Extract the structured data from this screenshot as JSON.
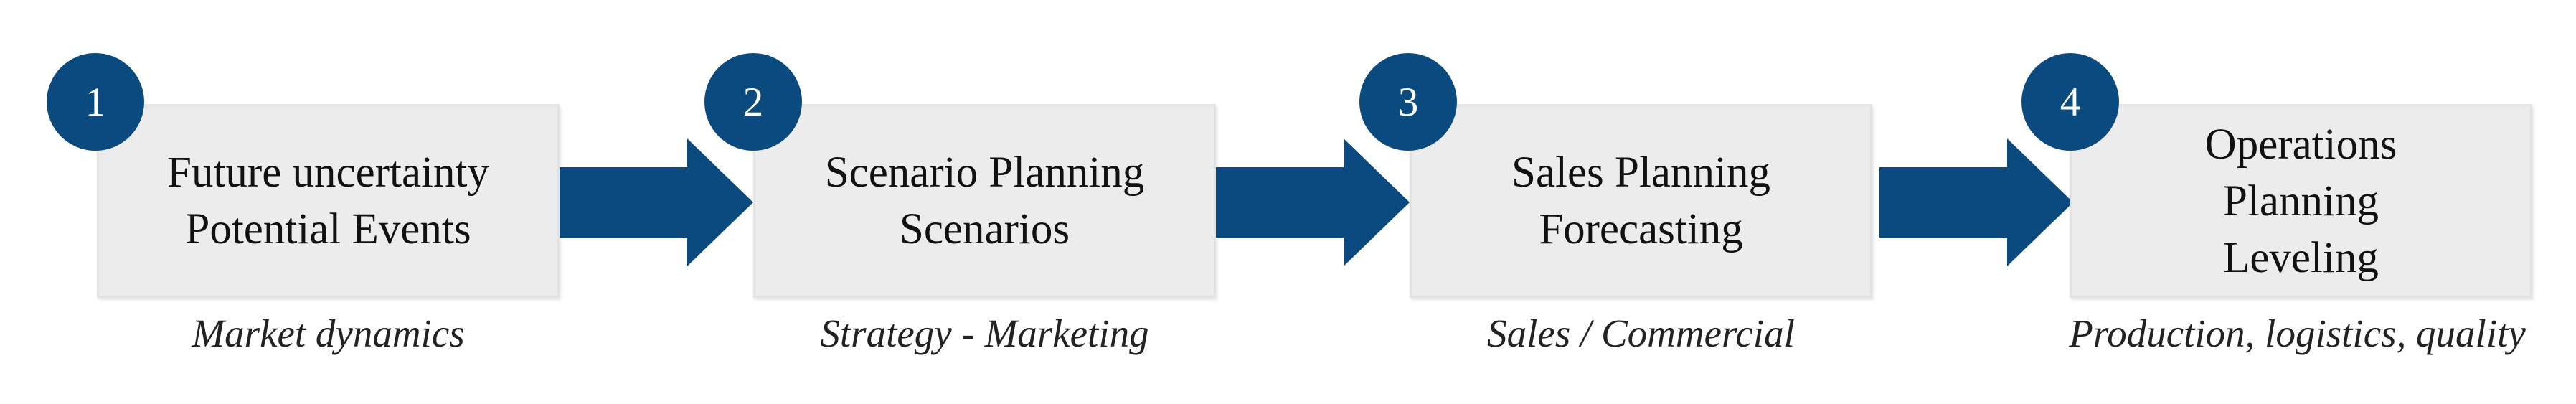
{
  "colors": {
    "accent": "#0b4a7e",
    "box_fill": "#ececec",
    "text": "#111111"
  },
  "steps": [
    {
      "number": "1",
      "lines": [
        "Future uncertainty",
        "Potential Events"
      ],
      "caption": "Market dynamics"
    },
    {
      "number": "2",
      "lines": [
        "Scenario Planning",
        "Scenarios"
      ],
      "caption": "Strategy - Marketing"
    },
    {
      "number": "3",
      "lines": [
        "Sales Planning",
        "Forecasting"
      ],
      "caption": "Sales / Commercial"
    },
    {
      "number": "4",
      "lines": [
        "Operations",
        "Planning",
        "Leveling"
      ],
      "caption": "Production, logistics, quality"
    }
  ],
  "connectors": [
    {
      "icon": "right-arrow-icon"
    },
    {
      "icon": "right-arrow-icon"
    },
    {
      "icon": "right-arrow-icon"
    }
  ]
}
